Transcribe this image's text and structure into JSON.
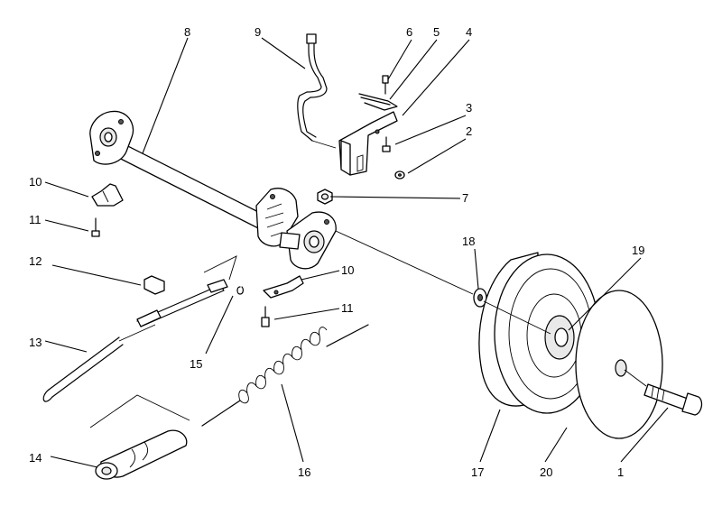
{
  "callouts": [
    {
      "id": "c1",
      "text": "1"
    },
    {
      "id": "c2",
      "text": "2"
    },
    {
      "id": "c3",
      "text": "3"
    },
    {
      "id": "c4",
      "text": "4"
    },
    {
      "id": "c5",
      "text": "5"
    },
    {
      "id": "c6",
      "text": "6"
    },
    {
      "id": "c7",
      "text": "7"
    },
    {
      "id": "c8",
      "text": "8"
    },
    {
      "id": "c9",
      "text": "9"
    },
    {
      "id": "c10a",
      "text": "10"
    },
    {
      "id": "c10b",
      "text": "10"
    },
    {
      "id": "c11a",
      "text": "11"
    },
    {
      "id": "c11b",
      "text": "11"
    },
    {
      "id": "c12",
      "text": "12"
    },
    {
      "id": "c13",
      "text": "13"
    },
    {
      "id": "c14",
      "text": "14"
    },
    {
      "id": "c15",
      "text": "15"
    },
    {
      "id": "c16",
      "text": "16"
    },
    {
      "id": "c17",
      "text": "17"
    },
    {
      "id": "c18",
      "text": "18"
    },
    {
      "id": "c19",
      "text": "19"
    },
    {
      "id": "c20",
      "text": "20"
    }
  ]
}
